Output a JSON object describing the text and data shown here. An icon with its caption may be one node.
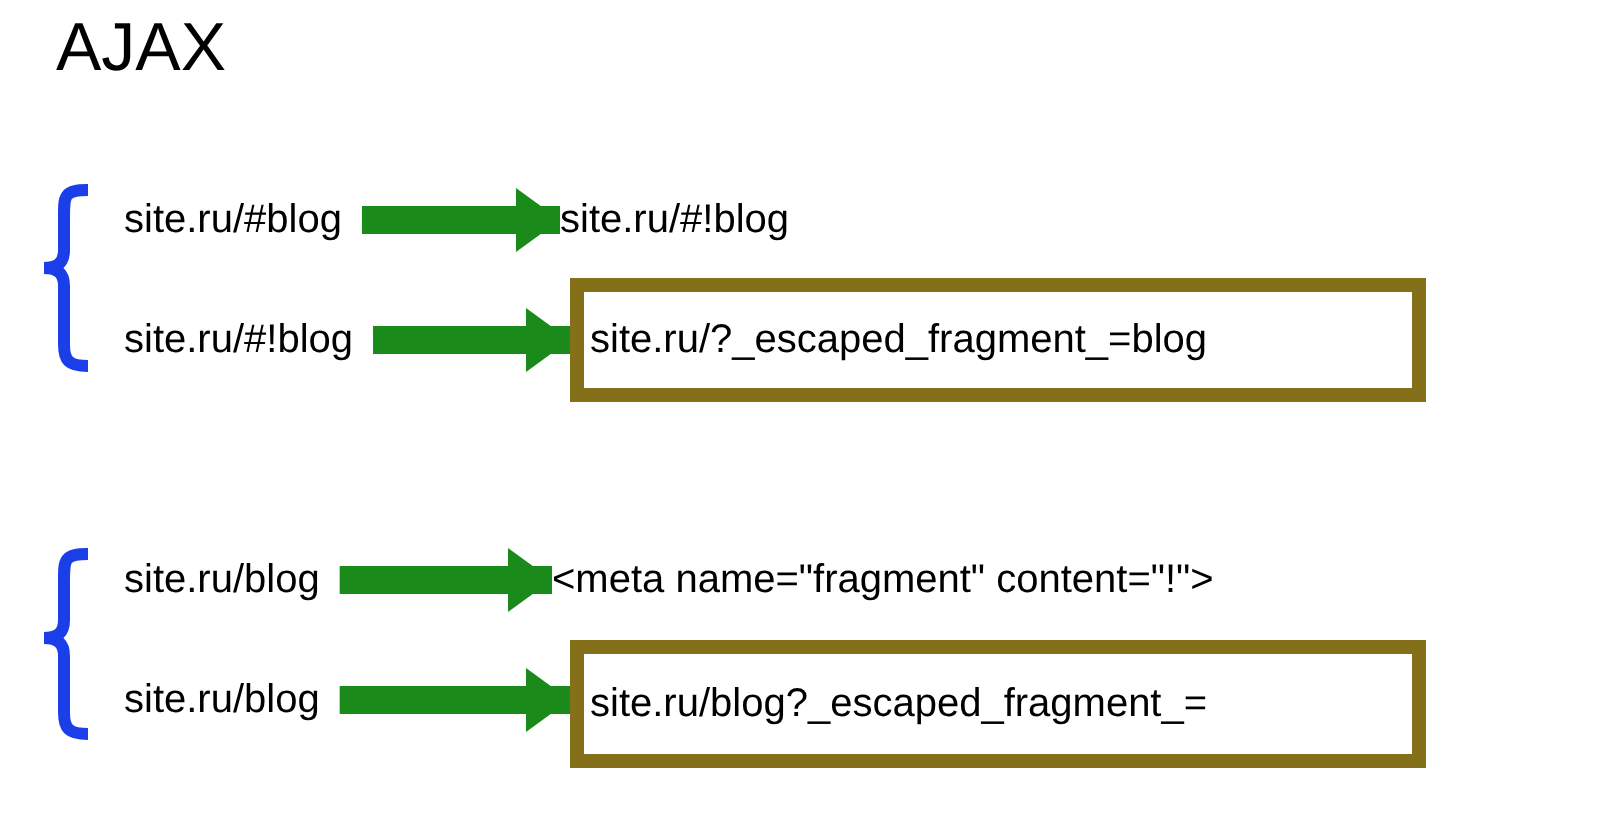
{
  "diagram": {
    "title": "AJAX",
    "nodes": [
      {
        "text": [
          "site.ru/#blog"
        ]
      },
      {
        "text": [
          "site.ru/#!blog"
        ]
      },
      {
        "text": [
          "site.ru/#!blog"
        ]
      },
      {
        "text": [
          "site.ru/?_escaped_fragment_=blog"
        ]
      },
      {
        "text": [
          "site.ru/blog"
        ]
      },
      {
        "text": [
          "<meta name=\"fragment\" content=\"!\">"
        ]
      },
      {
        "text": [
          "site.ru/blog"
        ]
      },
      {
        "text": [
          "site.ru/blog?_escaped_fragment_="
        ]
      }
    ],
    "edges": [
      {
        "from": 0,
        "to": 1,
        "arrow": "to"
      },
      {
        "from": 2,
        "to": 3,
        "arrow": "to"
      },
      {
        "from": 4,
        "to": 5,
        "arrow": "to"
      },
      {
        "from": 6,
        "to": 7,
        "arrow": "to"
      }
    ]
  }
}
